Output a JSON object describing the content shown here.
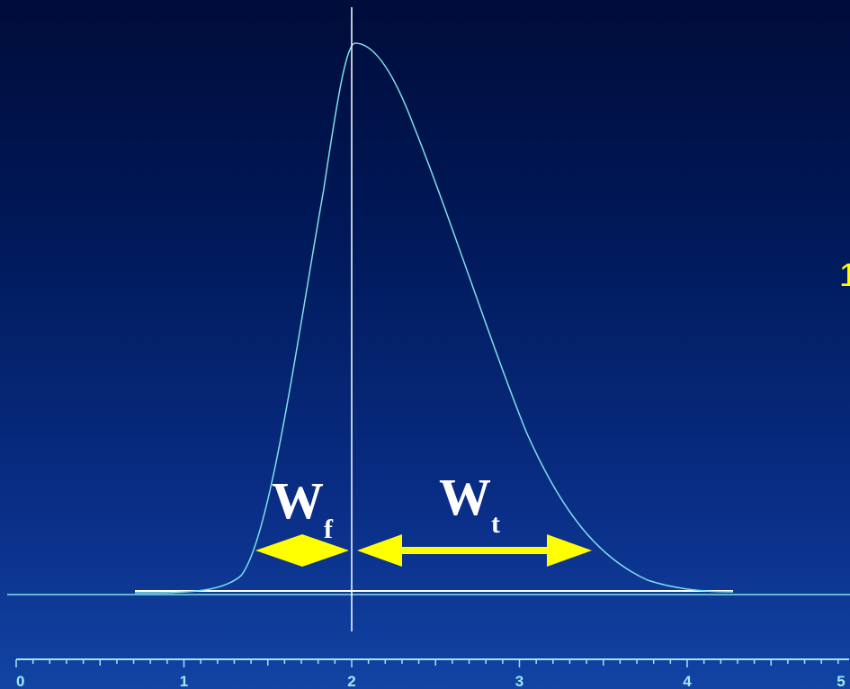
{
  "labels": {
    "w_front": {
      "main": "W",
      "sub": "f"
    },
    "w_tail": {
      "main": "W",
      "sub": "t"
    }
  },
  "edge_mark": "1",
  "axis": {
    "tick_labels": [
      "0",
      "1",
      "2",
      "3",
      "4",
      "5"
    ]
  },
  "colors": {
    "curve": "#7fe0e8",
    "axis": "#9ee8f0",
    "arrows": "#ffff00",
    "reference_lines": "#ffffff"
  }
}
